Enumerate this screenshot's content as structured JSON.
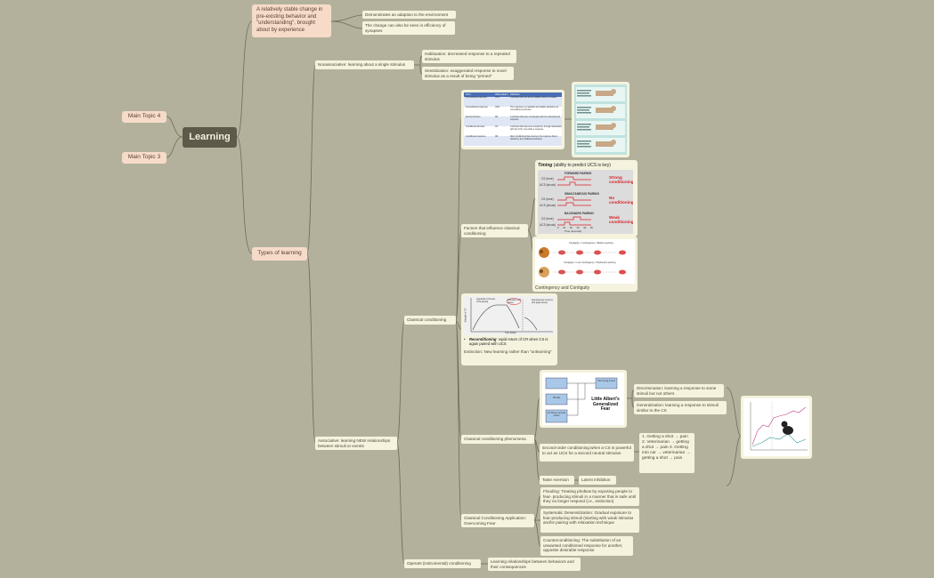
{
  "root": {
    "label": "Learning"
  },
  "left_topics": [
    "Main Topic 4",
    "Main Topic 3"
  ],
  "definition": {
    "label": "A relatively stable change in pre-existing behavior and \"understanding\", brought about by experience",
    "children": [
      "Demonstrates an adaption to the environment",
      "The change can also be seen in efficiency of synapses"
    ]
  },
  "nonassociative": {
    "label": "Nonassociative: learning about a single stimulus",
    "children": [
      "Habituation: decreased response to a repeated stimulus",
      "Sensitization: exaggerated response to novel stimulus as a result of being \"primed\""
    ]
  },
  "types": {
    "label": "Types of learning"
  },
  "associative": {
    "label": "Associative: learning NEW relationships between stimuli or events"
  },
  "classical": {
    "label": "Classical conditioning"
  },
  "operant": {
    "label": "Operant (instrumental) conditioning",
    "child": "Learning relationships between behaviors and their consequences"
  },
  "term_table": {
    "headers": [
      "Term",
      "Abbreviation",
      "Definition"
    ],
    "rows": [
      [
        "Unconditioned stimulus",
        "UCS",
        "A stimulus that can elicit a reliable reflex or emotion"
      ],
      [
        "Unconditioned response",
        "UCR",
        "The response to a naturally and reliably elicited by an unconditioned stimulus"
      ],
      [
        "Neutral stimulus",
        "NS",
        "A stimulus that does not already elicit the reflex/desired response"
      ],
      [
        "Conditioned stimulus",
        "CS",
        "A stimulus that was once neutral but, through association with the UCS, now elicits a response"
      ],
      [
        "Conditioned response",
        "CR",
        "After conditioning has occurred, the response that is elicited by the conditioned stimulus"
      ]
    ]
  },
  "factors": {
    "label": "Factors that influence classical conditioning",
    "timing": {
      "bold": "Timing",
      "rest": " (ability to predict UCS is key)",
      "groups": [
        {
          "title": "FORWARD PAIRING",
          "verdict": "Strong conditioning"
        },
        {
          "title": "SIMULTANEOUS PAIRING",
          "verdict": "No conditioning"
        },
        {
          "title": "BACKWARD PAIRING",
          "verdict": "Weak conditioning"
        }
      ],
      "cs_label": "CS (tone)",
      "ucs_label": "UCS (shock)",
      "x_ticks": [
        "0",
        "10",
        "20",
        "30",
        "40",
        "50"
      ],
      "x_label": "Time (seconds)"
    },
    "contingency": {
      "label": "Contingency and Contiguity",
      "row1": "Contiguity + Contingency = Better Learning",
      "row2": "Contiguity = Low Contingency = Reduced Learning"
    }
  },
  "extinction": {
    "phase_labels": [
      "Acquisition (CS and UCS paired)",
      "Extinction (CS alone)",
      "Spontaneous recovery (CS again alone)"
    ],
    "y_label": "Strength of CR",
    "x_label": "Time (trials)",
    "bullet_bold": "Reconditioning",
    "bullet_rest": ": rapid return of CR when CS is again paired with UCS",
    "caption": "Extinction: New learning rather than \"unlearning\""
  },
  "phenomena": {
    "label": "Classical conditioning phenomena",
    "albert": {
      "title": "Little Albert's Generalized Fear",
      "boxes": [
        "UR Crying & fear",
        "NS Rat",
        "CS Sheet, Animal, cotton"
      ]
    },
    "discrimination": "Discrimination: learning a response to some stimuli but not others",
    "generalization": "Generalization: learning a response to stimuli similar to the CS",
    "second_order": "second-order conditioning:when a CS is powerful to act as UCS for a second neutral stimulus",
    "shot_list": "1. Getting a shot → pain 2. Veterinarian → getting a shot → pain 3. Getting into car → veterinarian → getting a shot → pain",
    "taste_aversion": "Taste Aversion",
    "latent_inhibition": "Latent Inhibition"
  },
  "application": {
    "label": "Classical Conditioning Application: Overcoming Fear",
    "items": [
      "Flooding: Treating phobias by exposing people to fear- producing stimuli in a manner that is safe until they no longer respond (i.e., extinction)",
      "Systematic Desensitization: Gradual exposure to fear-producing stimuli (starting with weak stimulus and/or pairing with relaxation technique",
      "Counterconditioning: The substitution of an unwanted conditioned response for another, opposite desirable response"
    ]
  },
  "colors": {
    "background": "#b3b19c",
    "root": "#5d5a4a",
    "main": "#f6dcc8",
    "sub": "#f5f3de",
    "line": "#6e6b5a",
    "red": "#d8222a",
    "table_header": "#4a6fb5"
  }
}
